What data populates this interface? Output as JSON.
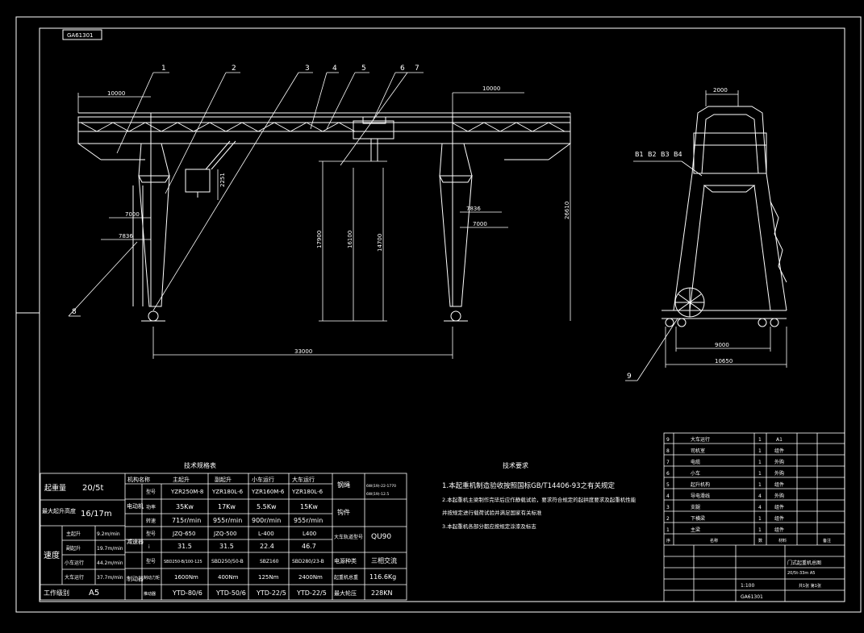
{
  "stamp": "GA61301",
  "leaders": [
    "1",
    "2",
    "3",
    "4",
    "5",
    "6",
    "7",
    "8",
    "9"
  ],
  "dims": {
    "cantilever_left": "10000",
    "cantilever_right": "10000",
    "span": "33000",
    "h1": "17900",
    "h2": "16100",
    "h3": "14700",
    "total_h": "26610",
    "d2251": "2251",
    "d7000a": "7000",
    "d7836a": "7836",
    "d7836b": "7836",
    "d7000b": "7000",
    "side_top": "2000",
    "side_base": "9000",
    "side_total": "10650",
    "b_labels": [
      "B1",
      "B2",
      "B3",
      "B4"
    ]
  },
  "spec_title": "技术规格表",
  "specs": {
    "capacity_label": "起重量",
    "capacity_value": "20/5t",
    "lift_label": "最大起升高度",
    "lift_value": "16/17m",
    "speed_label": "速度",
    "speeds": [
      {
        "name": "主起升",
        "value": "9.2m/min"
      },
      {
        "name": "副起升",
        "value": "19.7m/min"
      },
      {
        "name": "小车运行",
        "value": "44.2m/min"
      },
      {
        "name": "大车运行",
        "value": "37.7m/min"
      }
    ],
    "duty_label": "工作级别",
    "duty_value": "A5",
    "mech_header": "机构名称",
    "columns": [
      "主起升",
      "副起升",
      "小车运行",
      "大车运行"
    ],
    "rows": [
      {
        "group": "电动机",
        "item": "型号",
        "values": [
          "YZR250M-8",
          "YZR180L-6",
          "YZR160M-6",
          "YZR180L-6"
        ]
      },
      {
        "group": "",
        "item": "功率",
        "values": [
          "35Kw",
          "17Kw",
          "5.5Kw",
          "15Kw"
        ]
      },
      {
        "group": "",
        "item": "转速",
        "values": [
          "715r/min",
          "955r/min",
          "900r/min",
          "955r/min"
        ]
      },
      {
        "group": "减速器",
        "item": "型号",
        "values": [
          "JZQ-650",
          "JZQ-500",
          "L-400",
          "L400"
        ]
      },
      {
        "group": "",
        "item": "i",
        "values": [
          "31.5",
          "31.5",
          "22.4",
          "46.7"
        ]
      },
      {
        "group": "制动器",
        "item": "型号",
        "values": [
          "SBD250-B/100-125",
          "SBD250/50-B",
          "SBZ160",
          "SBD280/23-B"
        ]
      },
      {
        "group": "",
        "item": "制动力矩",
        "values": [
          "1600Nm",
          "400Nm",
          "125Nm",
          "2400Nm"
        ]
      },
      {
        "group": "",
        "item": "推动器",
        "values": [
          "YTD-80/6",
          "YTD-50/6",
          "YTD-22/5",
          "YTD-22/5"
        ]
      }
    ],
    "right_labels": [
      "钢绳",
      "钩件",
      "大车轨道型号",
      "电源种类",
      "起重机总重",
      "最大轮压"
    ],
    "right_values": [
      "6W(19)-22-1770",
      "6W(19)-12.5",
      "QU90",
      "三相交流",
      "116.6Kg",
      "228KN"
    ]
  },
  "notes_title": "技术要求",
  "notes": [
    "1.本起重机制造验收按照国标GB/T14406-93之有关规定",
    "2.本起重机主梁制作完毕后应作静载试验，要求符合规定的起拱度要求及起重机性能",
    "   并按规定进行载荷试验并满足国家有关标准",
    "3.本起重机各部分都应按规定涂漆及标志"
  ],
  "bom": {
    "rows": [
      [
        "9",
        "大车运行",
        "1",
        "",
        "A1"
      ],
      [
        "8",
        "司机室",
        "1",
        "",
        "组件"
      ],
      [
        "7",
        "电缆",
        "1",
        "",
        "外购"
      ],
      [
        "6",
        "小车",
        "1",
        "",
        "外购"
      ],
      [
        "5",
        "起升机构",
        "1",
        "",
        "组件"
      ],
      [
        "4",
        "导电滑线",
        "4",
        "",
        "外购"
      ],
      [
        "3",
        "支腿",
        "4",
        "",
        "组件"
      ],
      [
        "2",
        "下横梁",
        "1",
        "",
        "组件"
      ],
      [
        "1",
        "主梁",
        "1",
        "",
        "组件"
      ]
    ],
    "header": [
      "序",
      "名称",
      "数",
      "材料",
      "备注"
    ]
  },
  "title_block": {
    "company": "门式起重机总图",
    "sub": "20/5t-33m A5",
    "scale": "1:100",
    "drawing_no": "GA61301",
    "sheet": "共1张 第1张"
  }
}
